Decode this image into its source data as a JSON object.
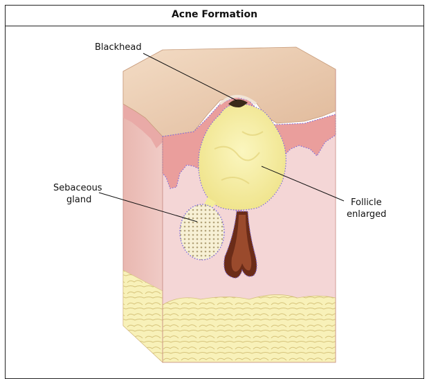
{
  "title": "Acne Formation",
  "labels": {
    "blackhead": "Blackhead",
    "sebaceous_line1": "Sebaceous",
    "sebaceous_line2": "gland",
    "follicle_line1": "Follicle",
    "follicle_line2": "enlarged"
  },
  "colors": {
    "skin_surface": "#e8c9b0",
    "epidermis": "#e8a0a0",
    "dermis": "#f3d3d3",
    "cyst": "#f4ee9a",
    "fat": "#f7f0b8",
    "border_dots": "#6a5acd"
  }
}
